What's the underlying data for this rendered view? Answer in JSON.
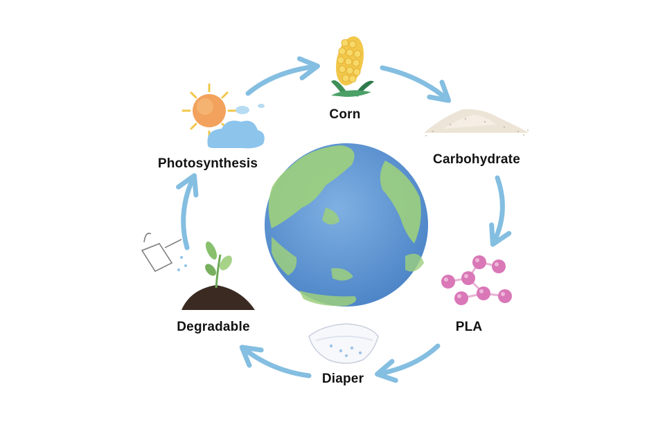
{
  "diagram": {
    "colors": {
      "arrow": "#6fb3dc",
      "earth_ocean": "#5b93d3",
      "earth_land": "#9ccf7e",
      "pla_molecule": "#d977b7",
      "sun": "#f2a25c",
      "cloud": "#8cc4ec",
      "corn": "#f2c74a",
      "soil": "#3a2a22"
    },
    "stages": [
      {
        "key": "corn",
        "label": "Corn",
        "icon": "corn-icon"
      },
      {
        "key": "carbohydrate",
        "label": "Carbohydrate",
        "icon": "powder-pile-icon"
      },
      {
        "key": "pla",
        "label": "PLA",
        "icon": "molecule-icon"
      },
      {
        "key": "diaper",
        "label": "Diaper",
        "icon": "diaper-icon"
      },
      {
        "key": "degradable",
        "label": "Degradable",
        "icon": "sprout-icon"
      },
      {
        "key": "photosynthesis",
        "label": "Photosynthesis",
        "icon": "sun-cloud-icon"
      }
    ],
    "center_icon": "earth-globe-icon"
  }
}
